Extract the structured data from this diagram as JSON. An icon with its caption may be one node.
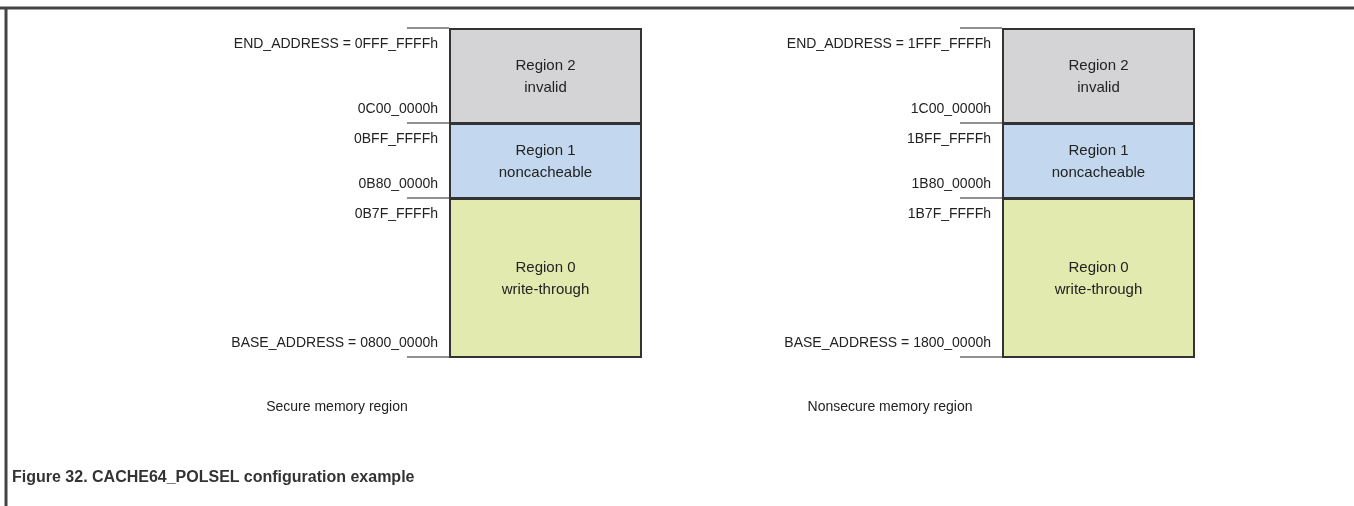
{
  "diagram": {
    "caption": "Figure 32. CACHE64_POLSEL configuration example",
    "nodes": [
      {
        "text": [
          "Region 2",
          "invalid"
        ],
        "beside": [
          "END_ADDRESS = 0FFF_FFFFh",
          "0C00_0000h"
        ]
      },
      {
        "text": [
          "Region 1",
          "noncacheable"
        ],
        "beside": [
          "0BFF_FFFFh",
          "0B80_0000h"
        ]
      },
      {
        "text": [
          "Region 0",
          "write-through"
        ],
        "beside": [
          "0B7F_FFFFh",
          "BASE_ADDRESS = 0800_0000h"
        ]
      },
      {
        "text": [
          "Region 2",
          "invalid"
        ],
        "beside": [
          "END_ADDRESS = 1FFF_FFFFh",
          "1C00_0000h"
        ]
      },
      {
        "text": [
          "Region 1",
          "noncacheable"
        ],
        "beside": [
          "1BFF_FFFFh",
          "1B80_0000h"
        ]
      },
      {
        "text": [
          "Region 0",
          "write-through"
        ],
        "beside": [
          "1B7F_FFFFh",
          "BASE_ADDRESS = 1800_0000h"
        ]
      }
    ],
    "edges": [],
    "labels": [
      "Secure memory region",
      "Nonsecure memory region"
    ]
  }
}
